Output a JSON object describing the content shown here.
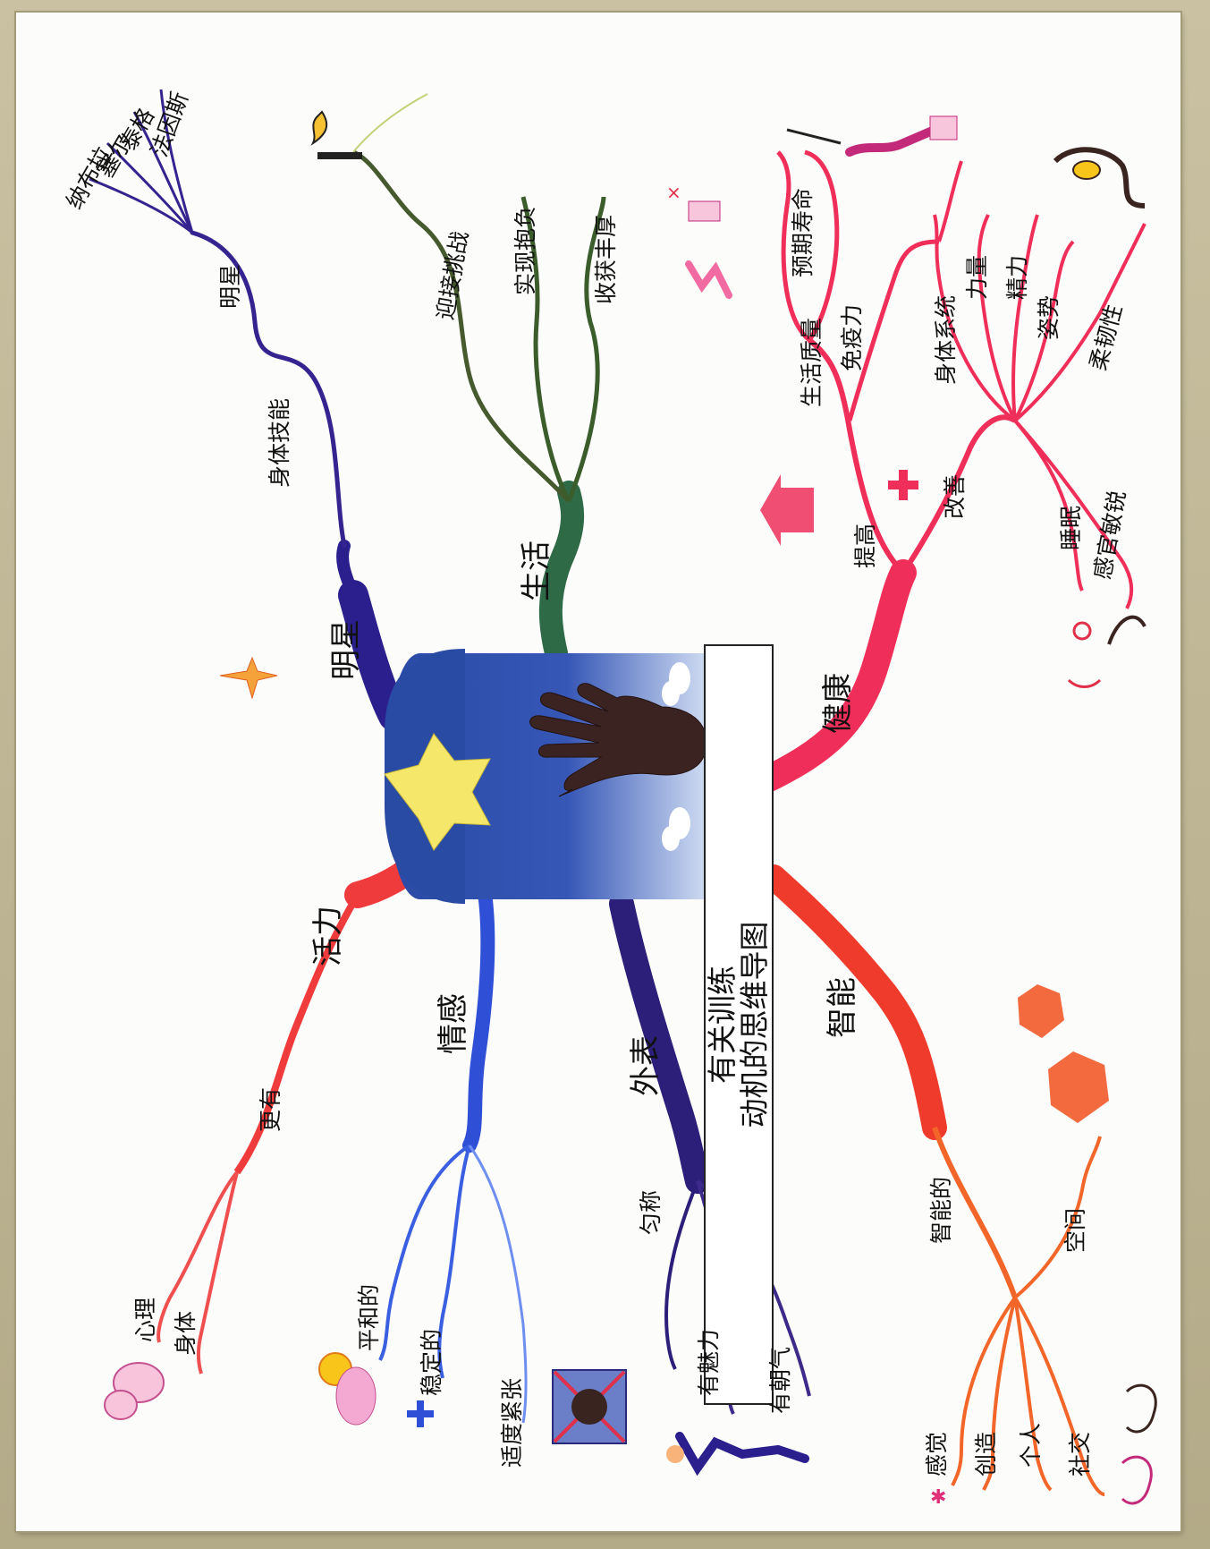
{
  "colors": {
    "frame": "#b9b08e",
    "paper": "#fcfcfa",
    "center_blue": "#2f4da8",
    "star": "#f4e76a",
    "hand": "#3b2322",
    "star_branch": "#2a1f8c",
    "vitality_branch": "#ef3b3b",
    "life_branch": "#2f6a46",
    "health_branch": "#ef2f5a",
    "emotion_branch": "#2f4fd6",
    "appearance_branch": "#2c1f7a",
    "intelligence_branch": "#f2662a"
  },
  "title": {
    "line1": "有关训练",
    "line2": "动机的思维导图"
  },
  "branches": {
    "star": {
      "label": "明星",
      "sub": "身体技能",
      "sub2": "明星",
      "leaves": [
        "纳布拉",
        "塞尔",
        "泰格",
        "法因斯"
      ]
    },
    "life": {
      "label": "生活",
      "leaves": [
        "迎接挑战",
        "实现抱负",
        "收获丰厚"
      ]
    },
    "health": {
      "label": "健康",
      "improve": "提高",
      "immunity": "免疫力",
      "quality": "生活质量",
      "lifespan": "预期寿命",
      "enhance": "改善",
      "body_leaves": [
        "身体系统",
        "力量",
        "精力",
        "姿势",
        "柔韧性"
      ],
      "sleep": "睡眠",
      "senses": "感官敏锐"
    },
    "vitality": {
      "label": "活力",
      "sub": "更有",
      "leaves": [
        "心理",
        "身体"
      ]
    },
    "emotion": {
      "label": "情感",
      "leaves": [
        "平和的",
        "稳定的",
        "适度紧张"
      ]
    },
    "appearance": {
      "label": "外表",
      "leaves": [
        "匀称",
        "有魅力",
        "有朝气"
      ]
    },
    "intelligence": {
      "label": "智能",
      "sub": "智能的",
      "leaves": [
        "空间",
        "感觉",
        "创造",
        "个人",
        "社交"
      ]
    }
  },
  "icons": [
    "sparkle-star-icon",
    "runner-icon",
    "yin-yang-icon",
    "pentagon-icon",
    "cross-icon",
    "sun-cloud-icon",
    "brain-icon",
    "face-icon",
    "cigarette-icon",
    "fencer-icon"
  ]
}
